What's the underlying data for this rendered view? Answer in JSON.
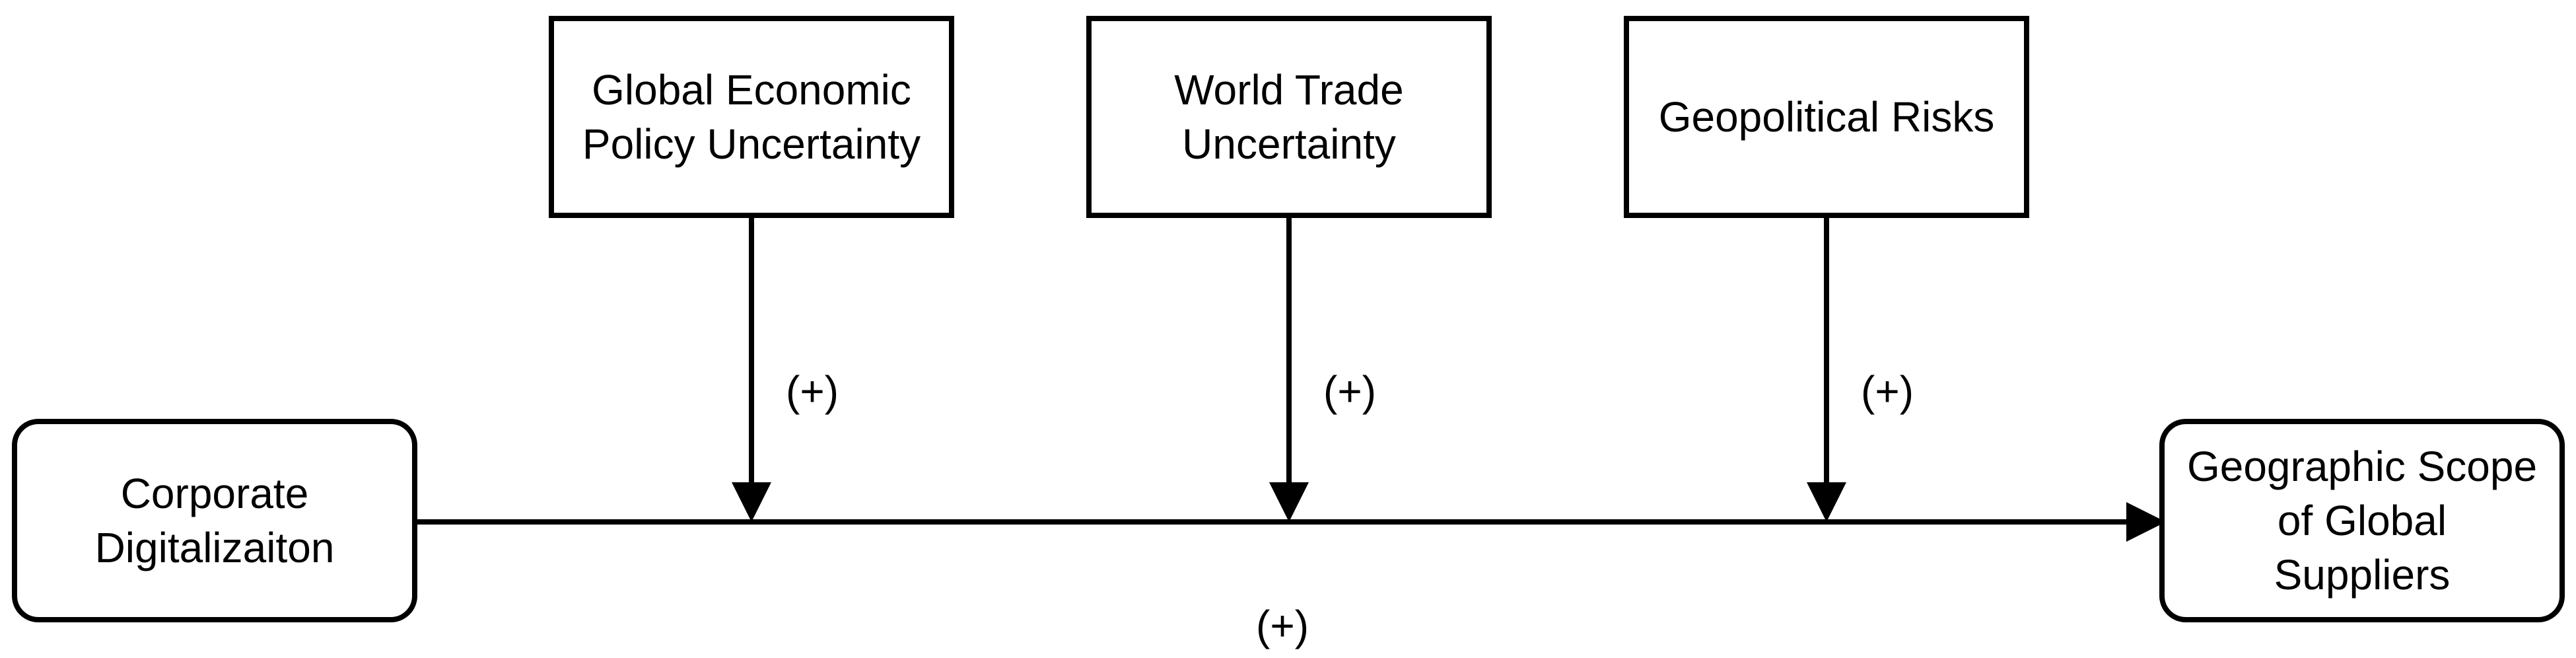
{
  "nodes": {
    "independent": "Corporate\nDigitalizaiton",
    "dependent": "Geographic Scope\nof Global\nSuppliers",
    "moderators": [
      {
        "label": "Global Economic\nPolicy Uncertainty",
        "sign": "(+)"
      },
      {
        "label": "World Trade\nUncertainty",
        "sign": "(+)"
      },
      {
        "label": "Geopolitical Risks",
        "sign": "(+)"
      }
    ]
  },
  "main_effect_sign": "(+)",
  "colors": {
    "stroke": "#000000",
    "fill": "#ffffff",
    "text": "#000000"
  }
}
